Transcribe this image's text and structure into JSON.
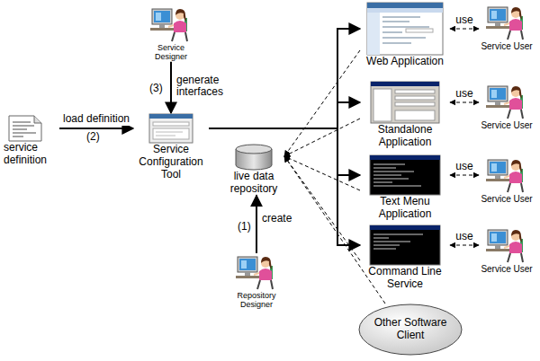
{
  "diagram": {
    "nodes": [
      {
        "text": [
          "service definition"
        ]
      },
      {
        "text": [
          "Service Designer"
        ]
      },
      {
        "text": [
          "Service Configuration Tool"
        ]
      },
      {
        "text": [
          "live data repository"
        ]
      },
      {
        "text": [
          "Repository Designer"
        ]
      },
      {
        "text": [
          "Web Application"
        ]
      },
      {
        "text": [
          "Standalone Application"
        ]
      },
      {
        "text": [
          "Text Menu Application"
        ]
      },
      {
        "text": [
          "Command Line Service"
        ]
      },
      {
        "text": [
          "Other Software Client"
        ]
      },
      {
        "text": [
          "Service User"
        ]
      },
      {
        "text": [
          "Service User"
        ]
      },
      {
        "text": [
          "Service User"
        ]
      },
      {
        "text": [
          "Service User"
        ]
      }
    ],
    "edges": [
      {
        "from": 0,
        "to": 2,
        "label": "load definition",
        "arrow": "to"
      },
      {
        "from": 1,
        "to": 2,
        "label": "generate interfaces",
        "arrow": "to"
      },
      {
        "from": 4,
        "to": 3,
        "label": "create",
        "arrow": "to"
      },
      {
        "from": 2,
        "to": 5,
        "arrow": "to"
      },
      {
        "from": 2,
        "to": 6,
        "arrow": "to"
      },
      {
        "from": 2,
        "to": 7,
        "arrow": "to"
      },
      {
        "from": 2,
        "to": 8,
        "arrow": "to"
      },
      {
        "from": 5,
        "to": 3,
        "arrow": "to"
      },
      {
        "from": 6,
        "to": 3,
        "arrow": "to"
      },
      {
        "from": 7,
        "to": 3,
        "arrow": "to"
      },
      {
        "from": 8,
        "to": 3,
        "arrow": "to"
      },
      {
        "from": 9,
        "to": 3,
        "arrow": "to"
      },
      {
        "from": 5,
        "to": 10,
        "label": "use",
        "arrow": "both"
      },
      {
        "from": 6,
        "to": 11,
        "label": "use",
        "arrow": "both"
      },
      {
        "from": 7,
        "to": 12,
        "label": "use",
        "arrow": "both"
      },
      {
        "from": 8,
        "to": 13,
        "label": "use",
        "arrow": "both"
      }
    ],
    "labels": [
      "(1)",
      "(2)",
      "(3)"
    ]
  }
}
